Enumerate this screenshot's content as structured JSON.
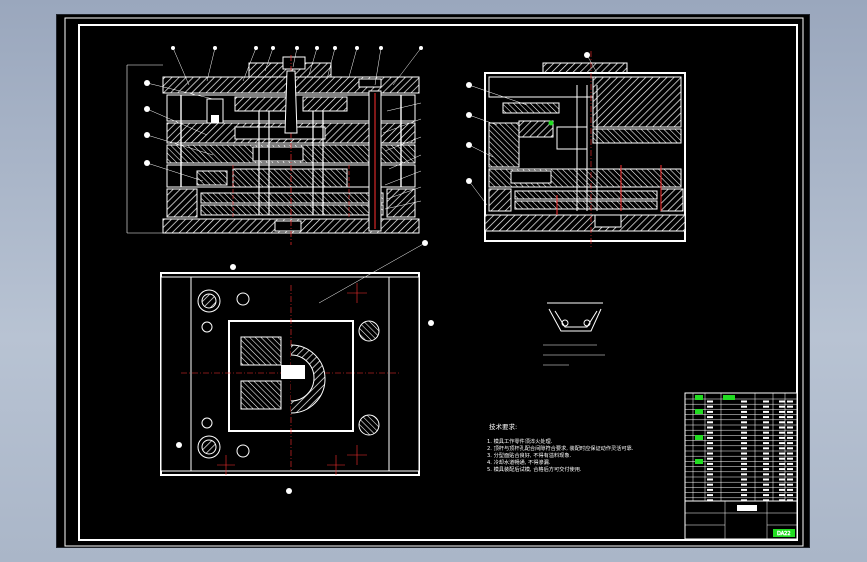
{
  "drawing": {
    "tech_requirements": {
      "title": "技术要求:",
      "items": [
        "1. 模具工作零件须淬火处理.",
        "2. 顶杆与顶杆孔配合间隙符合要求, 装配时应保证动作灵活可靠.",
        "3. 分型面贴合良好, 不得有溢料现象.",
        "4. 冷却水道畅通, 不得渗漏.",
        "5. 模具装配后试模, 合格后方可交付使用."
      ]
    },
    "title_block": {
      "drawing_no": "DA22"
    },
    "colors": {
      "line": "#ffffff",
      "centerline": "#ff3030",
      "highlight": "#22dd22",
      "background": "#000000",
      "window": "#a4b0c4"
    }
  }
}
